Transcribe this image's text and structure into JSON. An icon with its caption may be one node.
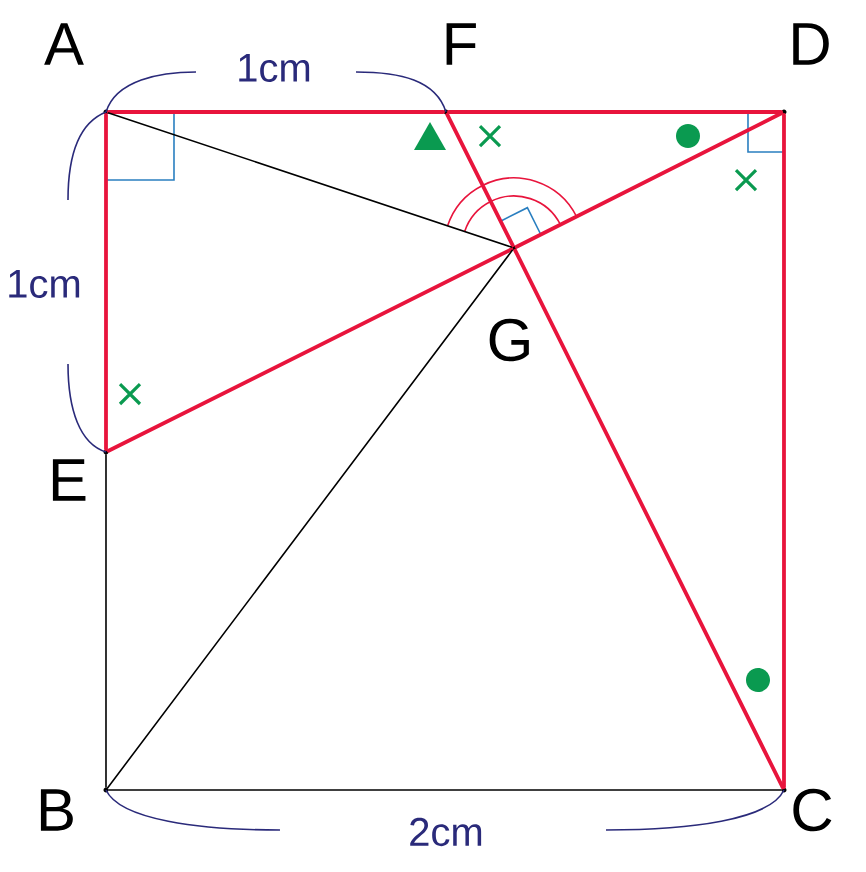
{
  "diagram": {
    "nodes": [
      {
        "text": [],
        "shape": "point",
        "beside": [
          "A"
        ]
      },
      {
        "text": [],
        "shape": "point",
        "beside": [
          "F"
        ]
      },
      {
        "text": [],
        "shape": "point",
        "beside": [
          "D"
        ]
      },
      {
        "text": [],
        "shape": "point",
        "beside": [
          "G"
        ]
      },
      {
        "text": [],
        "shape": "point",
        "beside": [
          "E"
        ]
      },
      {
        "text": [],
        "shape": "point",
        "beside": [
          "B"
        ]
      },
      {
        "text": [],
        "shape": "point",
        "beside": [
          "C"
        ]
      }
    ],
    "edges": [
      {
        "from": 0,
        "to": 1,
        "arrow": "none"
      },
      {
        "from": 1,
        "to": 2,
        "arrow": "none"
      },
      {
        "from": 0,
        "to": 4,
        "arrow": "none"
      },
      {
        "from": 2,
        "to": 6,
        "arrow": "none"
      },
      {
        "from": 4,
        "to": 3,
        "arrow": "none"
      },
      {
        "from": 3,
        "to": 2,
        "arrow": "none"
      },
      {
        "from": 1,
        "to": 3,
        "arrow": "none"
      },
      {
        "from": 3,
        "to": 6,
        "arrow": "none"
      },
      {
        "from": 0,
        "to": 3,
        "arrow": "none",
        "color": "#000000"
      },
      {
        "from": 3,
        "to": 5,
        "arrow": "none",
        "color": "#000000"
      },
      {
        "from": 4,
        "to": 5,
        "arrow": "none",
        "color": "#000000"
      },
      {
        "from": 5,
        "to": 6,
        "arrow": "none",
        "color": "#000000"
      }
    ],
    "labels": [
      "1cm",
      "1cm",
      "2cm"
    ]
  }
}
